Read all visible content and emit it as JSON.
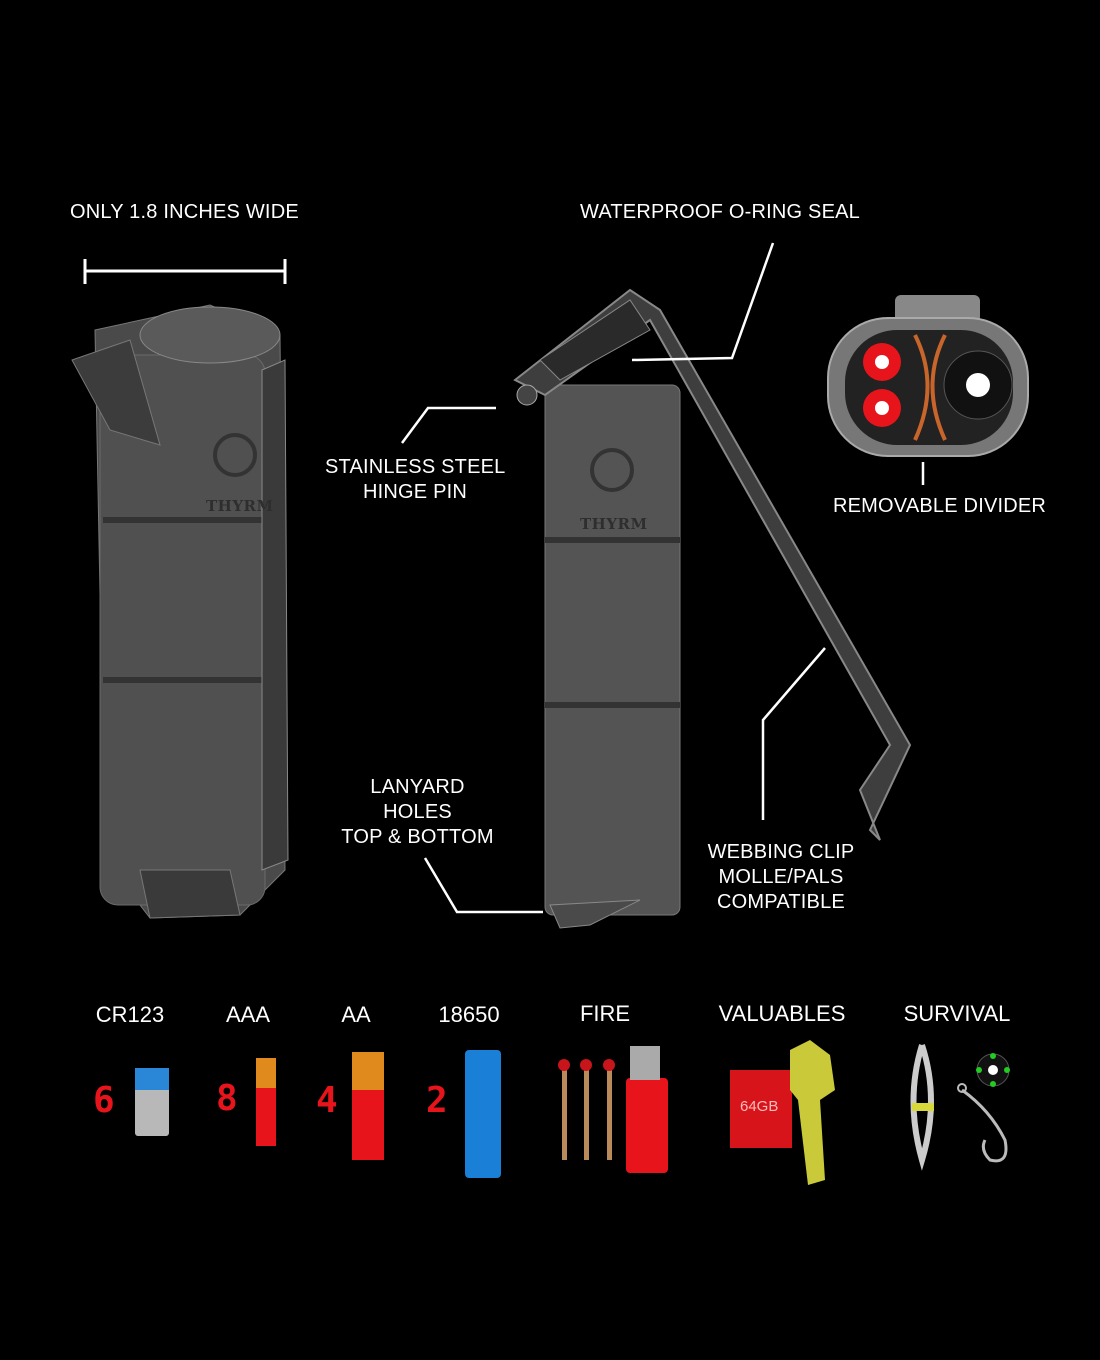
{
  "callouts": {
    "width": "ONLY 1.8 INCHES WIDE",
    "seal": "WATERPROOF  O-RING SEAL",
    "hinge_line1": "STAINLESS STEEL",
    "hinge_line2": "HINGE PIN",
    "divider": "REMOVABLE DIVIDER",
    "lanyard_line1": "LANYARD",
    "lanyard_line2": "HOLES",
    "lanyard_line3": "TOP & BOTTOM",
    "clip_line1": "WEBBING CLIP",
    "clip_line2": "MOLLE/PALS",
    "clip_line3": "COMPATIBLE"
  },
  "brand_logo_text": "THYRM",
  "capacity": [
    {
      "label": "CR123",
      "count": "6"
    },
    {
      "label": "AAA",
      "count": "8"
    },
    {
      "label": "AA",
      "count": "4"
    },
    {
      "label": "18650",
      "count": "2"
    },
    {
      "label": "FIRE"
    },
    {
      "label": "VALUABLES",
      "card_text": "64GB"
    },
    {
      "label": "SURVIVAL"
    }
  ],
  "colors": {
    "count_red": "#e8141b",
    "battery_blue": "#1a7fd6",
    "battery_orange": "#e08a1e",
    "key_yellow": "#c9c93a"
  }
}
